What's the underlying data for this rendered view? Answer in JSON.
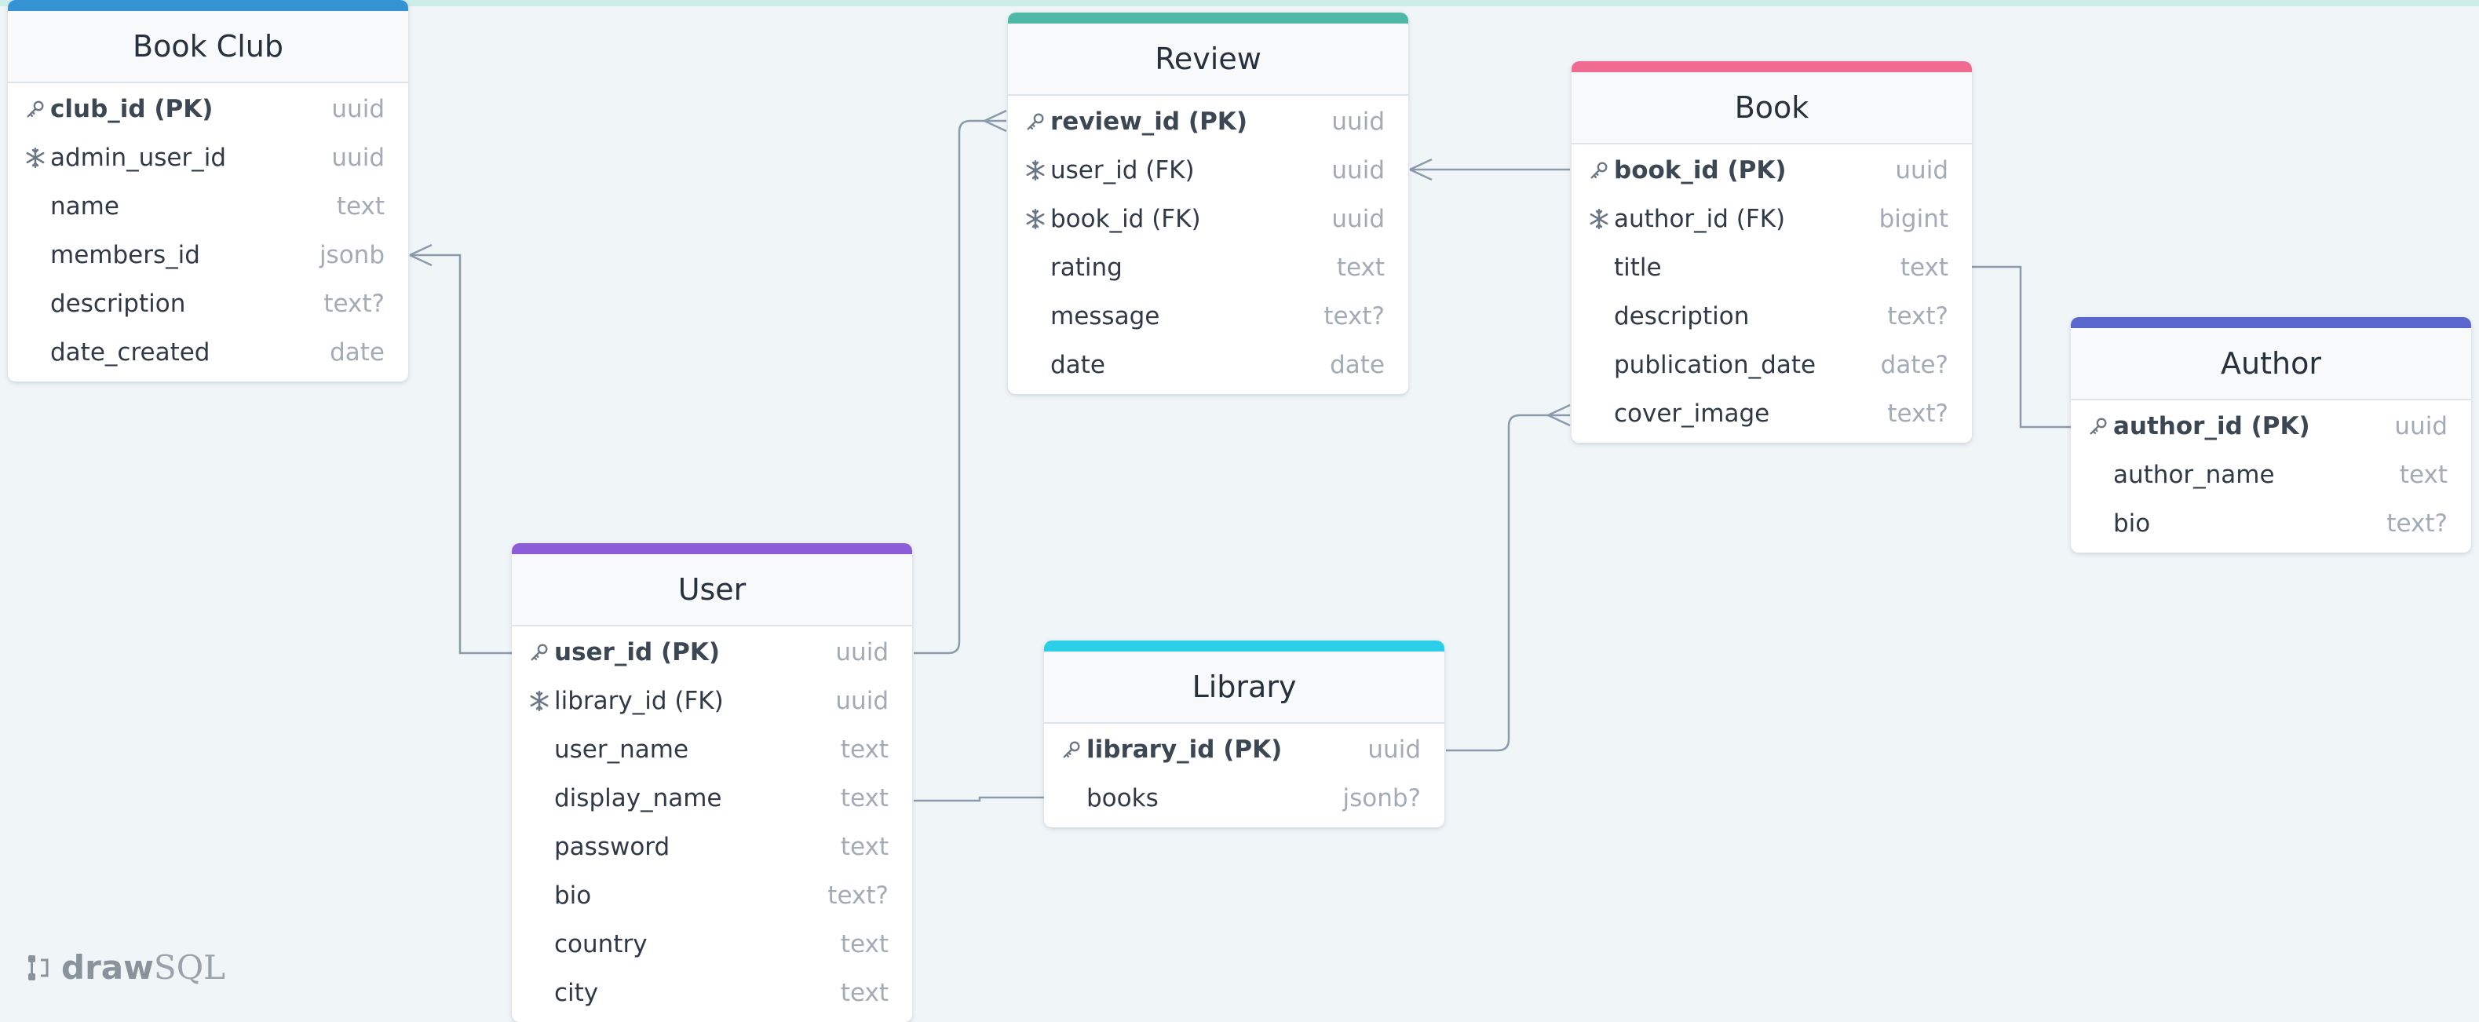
{
  "brand": {
    "draw": "draw",
    "sql": "SQL"
  },
  "tables": {
    "book_club": {
      "title": "Book Club",
      "accent": "#3593d4",
      "rows": [
        {
          "name": "club_id (PK)",
          "type": "uuid",
          "icon": "key-icon"
        },
        {
          "name": "admin_user_id",
          "type": "uuid",
          "icon": "snowflake-icon"
        },
        {
          "name": "name",
          "type": "text"
        },
        {
          "name": "members_id",
          "type": "jsonb"
        },
        {
          "name": "description",
          "type": "text?"
        },
        {
          "name": "date_created",
          "type": "date"
        }
      ]
    },
    "review": {
      "title": "Review",
      "accent": "#4fb7a6",
      "rows": [
        {
          "name": "review_id (PK)",
          "type": "uuid",
          "icon": "key-icon"
        },
        {
          "name": "user_id (FK)",
          "type": "uuid",
          "icon": "snowflake-icon"
        },
        {
          "name": "book_id (FK)",
          "type": "uuid",
          "icon": "snowflake-icon"
        },
        {
          "name": "rating",
          "type": "text"
        },
        {
          "name": "message",
          "type": "text?"
        },
        {
          "name": "date",
          "type": "date"
        }
      ]
    },
    "book": {
      "title": "Book",
      "accent": "#ef6b8f",
      "rows": [
        {
          "name": "book_id (PK)",
          "type": "uuid",
          "icon": "key-icon"
        },
        {
          "name": "author_id (FK)",
          "type": "bigint",
          "icon": "snowflake-icon"
        },
        {
          "name": "title",
          "type": "text"
        },
        {
          "name": "description",
          "type": "text?"
        },
        {
          "name": "publication_date",
          "type": "date?"
        },
        {
          "name": "cover_image",
          "type": "text?"
        }
      ]
    },
    "author": {
      "title": "Author",
      "accent": "#5a67cf",
      "rows": [
        {
          "name": "author_id (PK)",
          "type": "uuid",
          "icon": "key-icon"
        },
        {
          "name": "author_name",
          "type": "text"
        },
        {
          "name": "bio",
          "type": "text?"
        }
      ]
    },
    "user": {
      "title": "User",
      "accent": "#8d5cd8",
      "rows": [
        {
          "name": "user_id (PK)",
          "type": "uuid",
          "icon": "key-icon"
        },
        {
          "name": "library_id (FK)",
          "type": "uuid",
          "icon": "snowflake-icon"
        },
        {
          "name": "user_name",
          "type": "text"
        },
        {
          "name": "display_name",
          "type": "text"
        },
        {
          "name": "password",
          "type": "text"
        },
        {
          "name": "bio",
          "type": "text?"
        },
        {
          "name": "country",
          "type": "text"
        },
        {
          "name": "city",
          "type": "text"
        }
      ]
    },
    "library": {
      "title": "Library",
      "accent": "#2ccfe8",
      "rows": [
        {
          "name": "library_id (PK)",
          "type": "uuid",
          "icon": "key-icon"
        },
        {
          "name": "books",
          "type": "jsonb?"
        }
      ]
    }
  }
}
